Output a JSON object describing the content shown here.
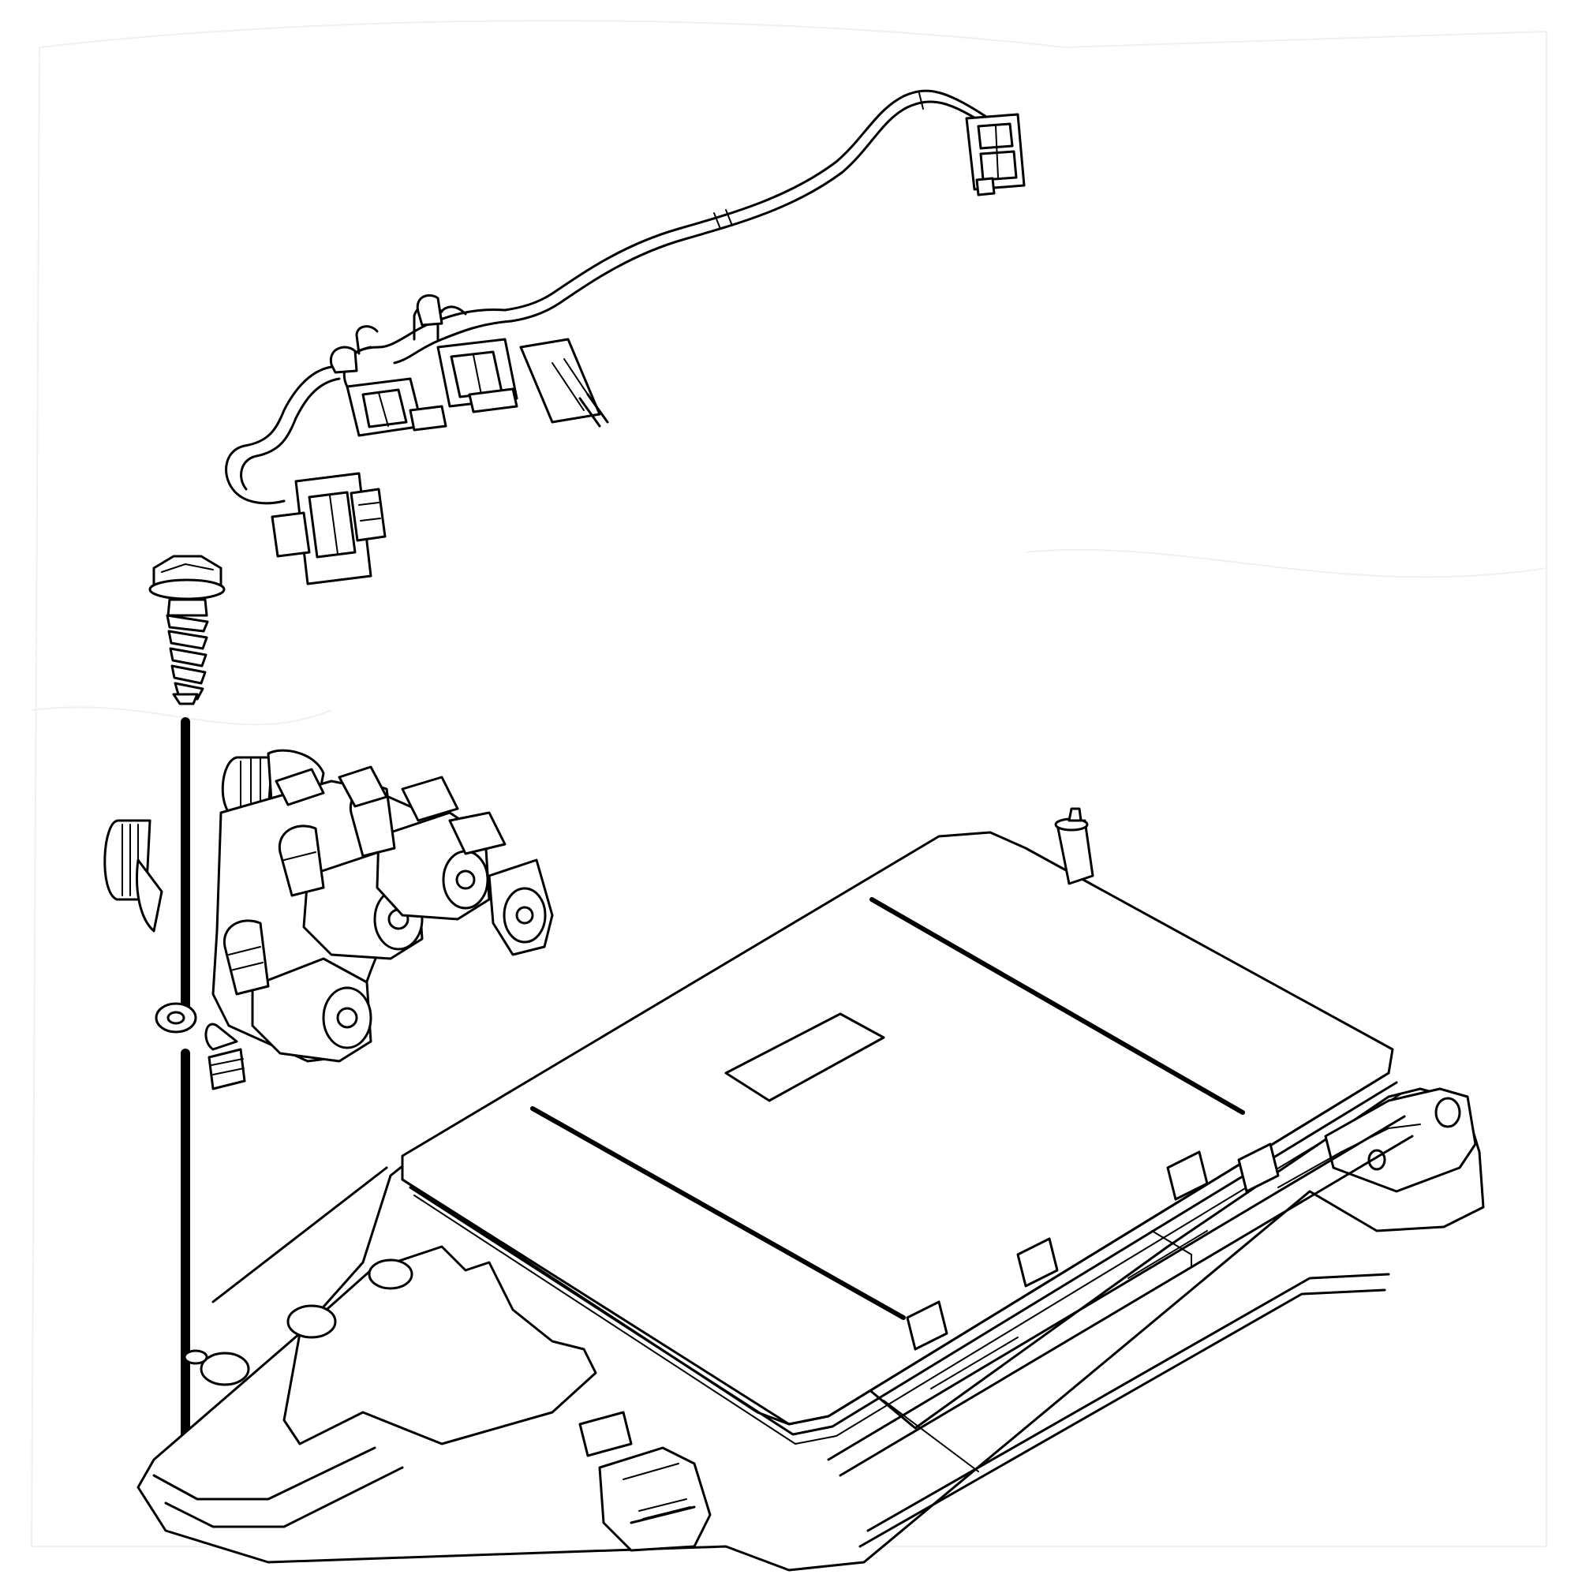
{
  "diagram": {
    "style": "exploded-parts line drawing",
    "colors": {
      "line": "#000000",
      "background": "#ffffff"
    },
    "parts": [
      {
        "id": "wire-harness",
        "icon": "wire-harness-icon"
      },
      {
        "id": "screw",
        "icon": "screw-icon"
      },
      {
        "id": "water-inlet-valve",
        "icon": "valve-icon"
      },
      {
        "id": "control-board-housing",
        "icon": "pcb-housing-icon"
      }
    ]
  }
}
